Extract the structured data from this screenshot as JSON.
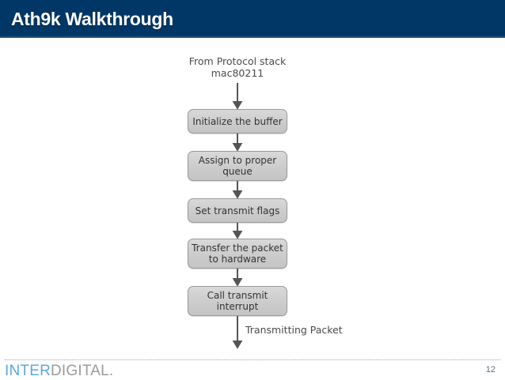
{
  "header": {
    "title": "Ath9k Walkthrough",
    "background_color": "#003767",
    "title_color": "#ffffff"
  },
  "flowchart": {
    "source_label": "From Protocol stack\nmac80211",
    "output_label": "Transmitting Packet",
    "box_fill_color": "#cdcdcd",
    "box_border_color": "#9a9a9a",
    "connector_color": "#555555",
    "nodes": [
      {
        "id": "initialize-buffer",
        "label": "Initialize the buffer"
      },
      {
        "id": "assign-queue",
        "label": "Assign to proper\nqueue"
      },
      {
        "id": "set-transmit-flags",
        "label": "Set transmit flags"
      },
      {
        "id": "transfer-packet",
        "label": "Transfer the packet\nto hardware"
      },
      {
        "id": "call-transmit-irq",
        "label": "Call transmit\ninterrupt"
      }
    ]
  },
  "footer": {
    "brand_inter": "INTER",
    "brand_digital": "DIGITAL",
    "brand_dot": ".",
    "brand_inter_color": "#5aa9dd",
    "brand_digital_color": "#9b9b9b",
    "page_number": "12"
  }
}
